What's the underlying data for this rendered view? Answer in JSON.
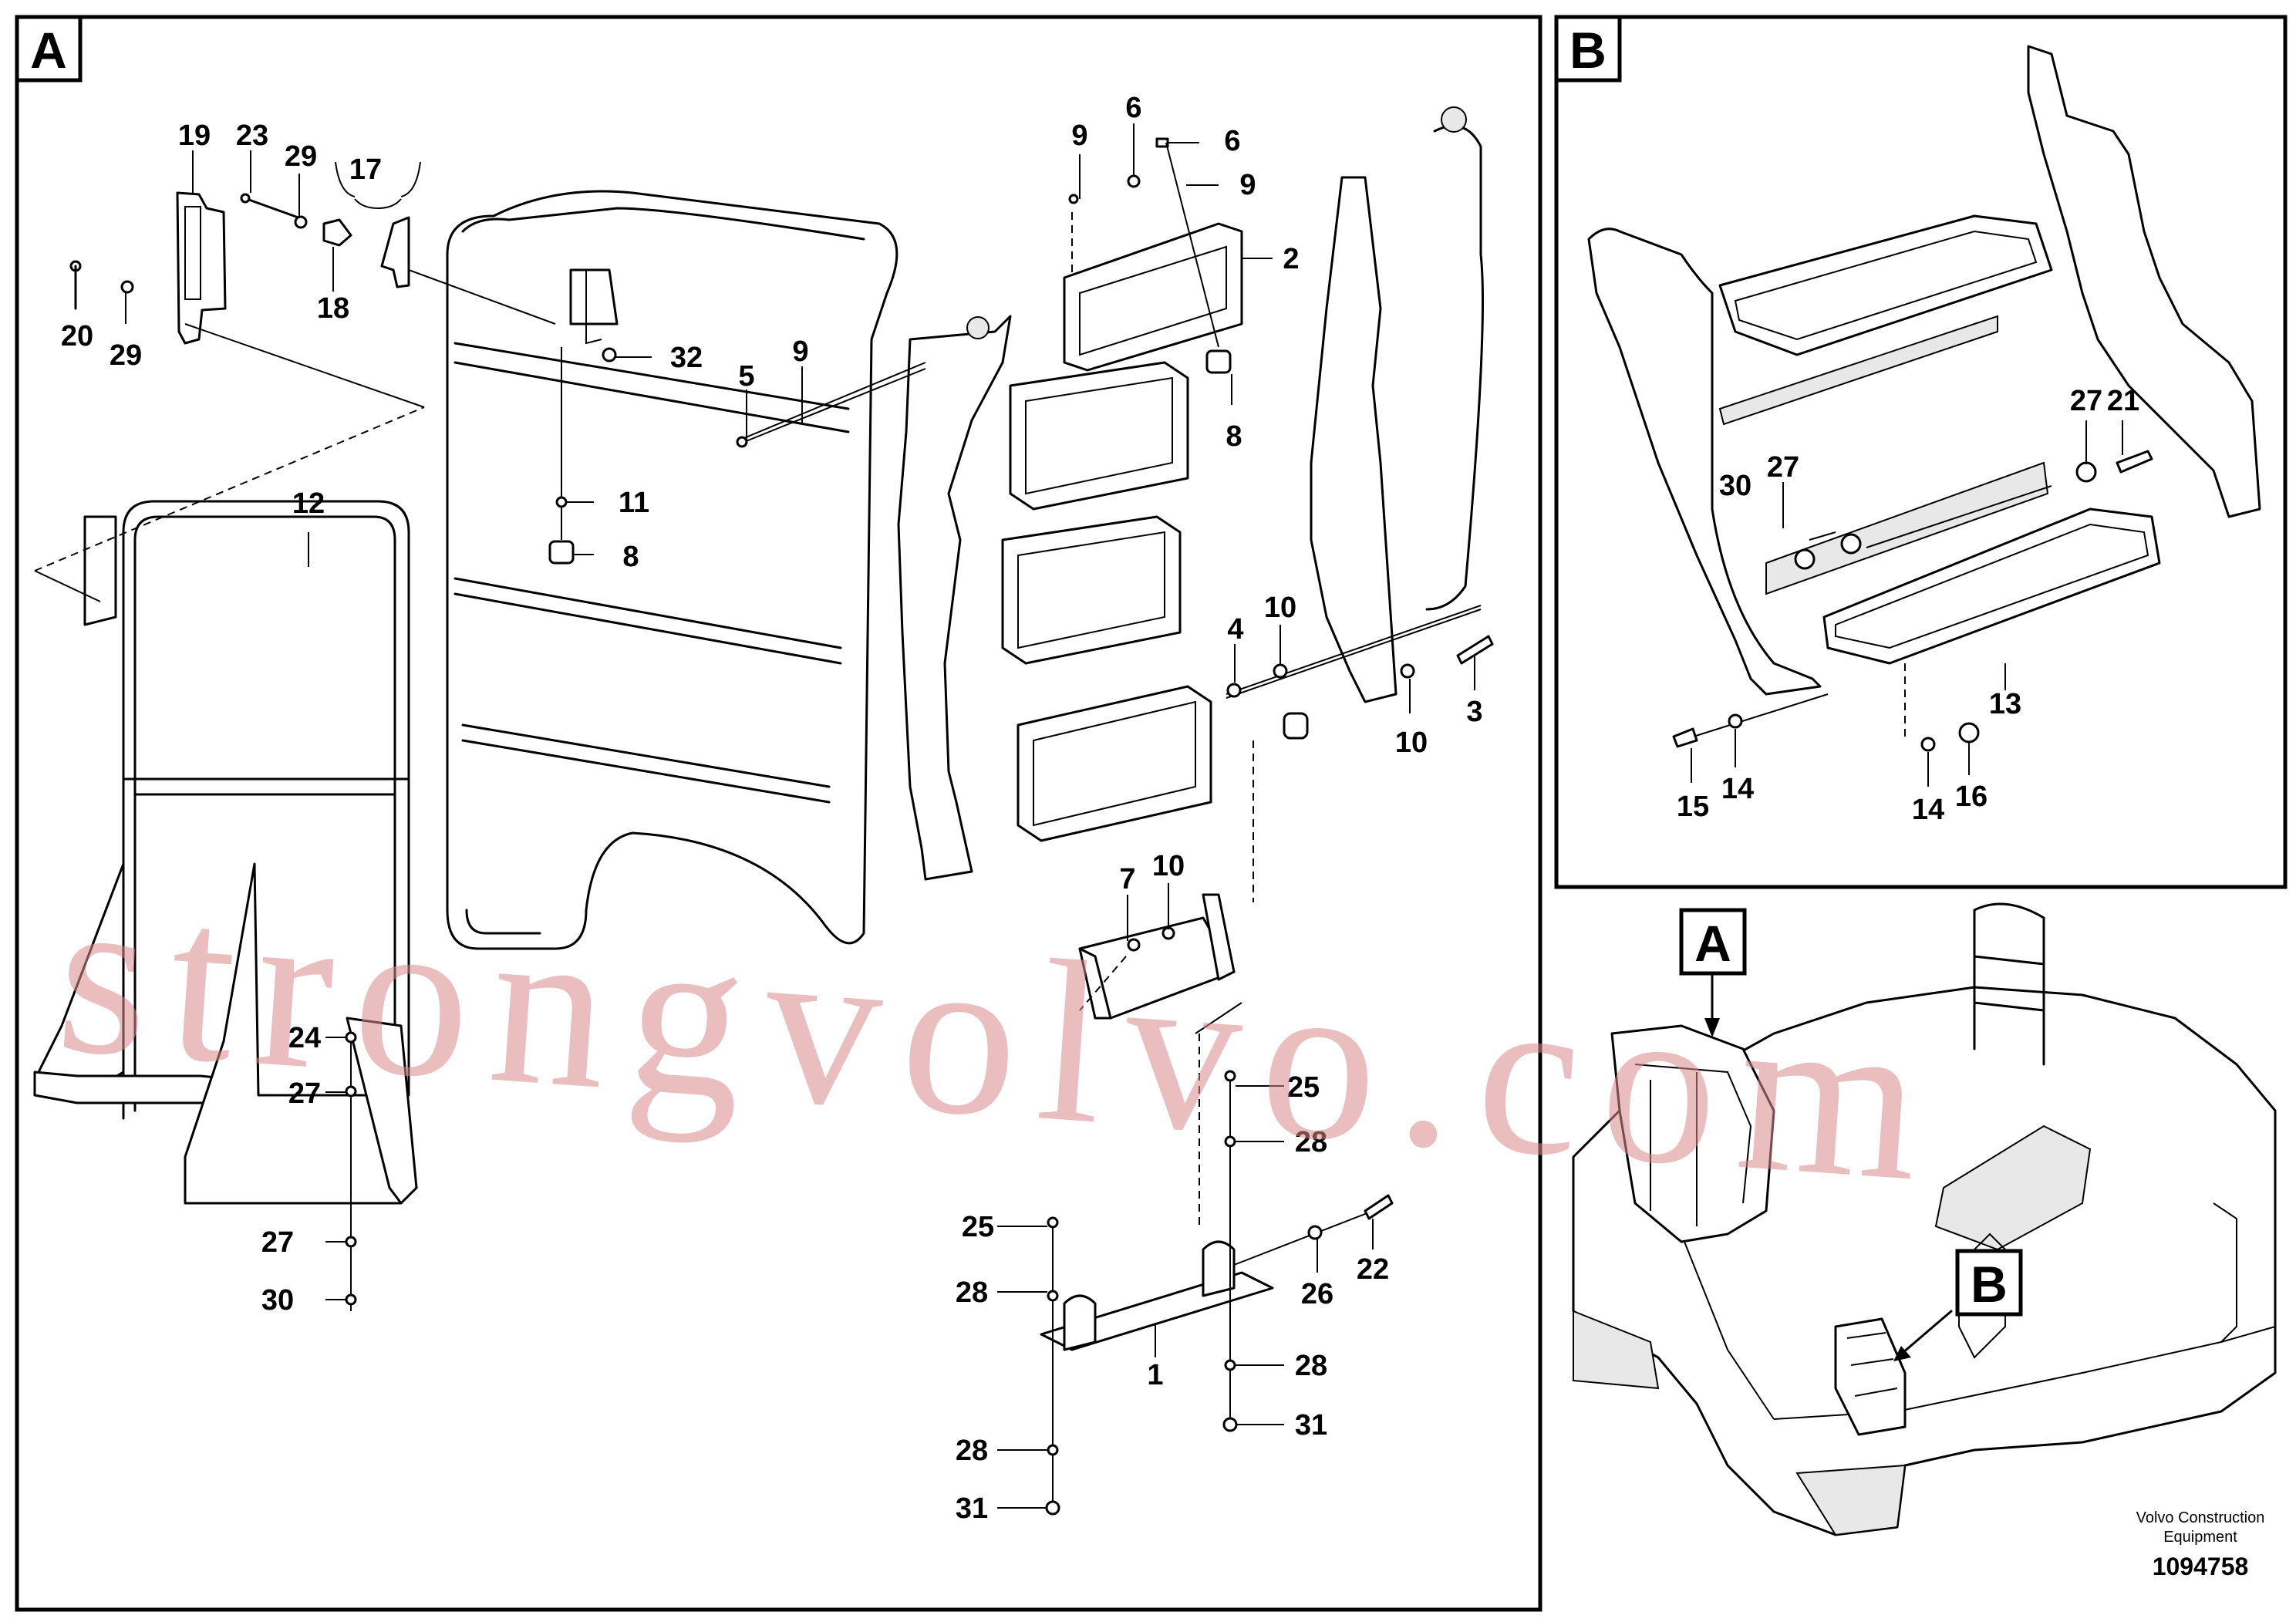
{
  "panels": {
    "a": {
      "tag": "A"
    },
    "b": {
      "tag": "B"
    }
  },
  "overview": {
    "tag_a": "A",
    "tag_b": "B"
  },
  "callouts_a": [
    "19",
    "23",
    "29",
    "17",
    "20",
    "29",
    "18",
    "32",
    "12",
    "11",
    "8",
    "9",
    "6",
    "6",
    "9",
    "2",
    "8",
    "5",
    "9",
    "4",
    "10",
    "3",
    "10",
    "7",
    "10",
    "24",
    "27",
    "27",
    "30",
    "25",
    "28",
    "25",
    "28",
    "26",
    "22",
    "1",
    "28",
    "31",
    "28",
    "31"
  ],
  "callouts_b": [
    "27",
    "21",
    "30",
    "27",
    "13",
    "15",
    "14",
    "14",
    "16"
  ],
  "watermark": "strongvolvo.com",
  "footer": {
    "company_line1": "Volvo Construction",
    "company_line2": "Equipment",
    "part_number": "1094758"
  }
}
